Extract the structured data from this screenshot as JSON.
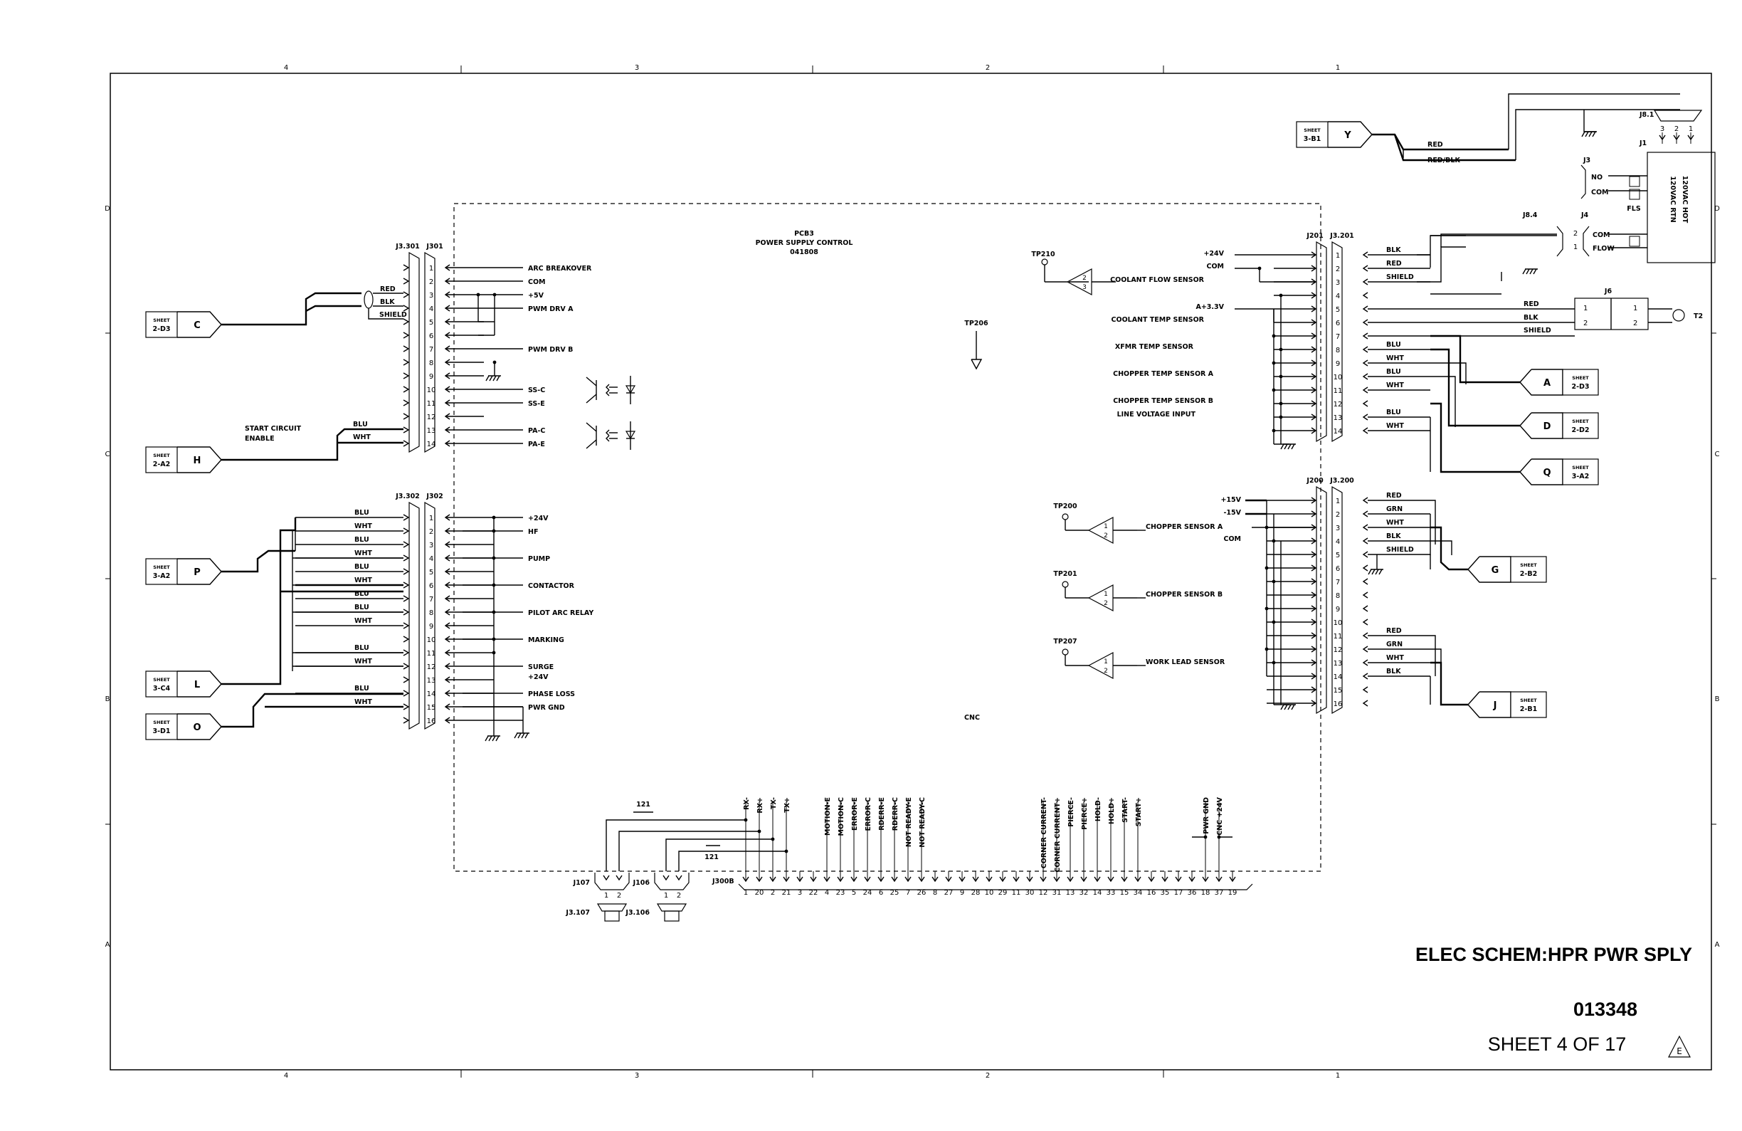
{
  "title_block": {
    "title": "ELEC SCHEM:HPR PWR SPLY",
    "number": "013348",
    "sheet": "SHEET 4 OF 17",
    "revision": "E"
  },
  "border": {
    "columns_top": [
      "4",
      "3",
      "2",
      "1"
    ],
    "rows": [
      "D",
      "C",
      "B",
      "A"
    ]
  },
  "pcb": {
    "name": "PCB3",
    "desc": "POWER SUPPLY CONTROL",
    "part": "041808",
    "cnc_label": "CNC"
  },
  "test_points": {
    "tp210": "TP210",
    "tp206": "TP206",
    "tp200": "TP200",
    "tp201": "TP201",
    "tp207": "TP207"
  },
  "buffer_pins": {
    "in": "2",
    "out": "3",
    "in2": "1",
    "out2": "2"
  },
  "connectors": {
    "j3301": "J3.301",
    "j301": "J301",
    "j3302": "J3.302",
    "j302": "J302",
    "j201": "J201",
    "j3201": "J3.201",
    "j200": "J200",
    "j3200": "J3.200",
    "j81": "J8.1",
    "j1": "J1",
    "j3": "J3",
    "j84": "J8.4",
    "j4": "J4",
    "j6": "J6",
    "t2": "T2",
    "j107": "J107",
    "j106": "J106",
    "j300b": "J300B",
    "j3107": "J3.107",
    "j3106": "J3.106"
  },
  "sheet_refs": [
    {
      "letter": "C",
      "sheet": "SHEET",
      "ref": "2-D3"
    },
    {
      "letter": "H",
      "sheet": "SHEET",
      "ref": "2-A2"
    },
    {
      "letter": "P",
      "sheet": "SHEET",
      "ref": "3-A2"
    },
    {
      "letter": "L",
      "sheet": "SHEET",
      "ref": "3-C4"
    },
    {
      "letter": "O",
      "sheet": "SHEET",
      "ref": "3-D1"
    },
    {
      "letter": "Y",
      "sheet": "SHEET",
      "ref": "3-B1"
    },
    {
      "letter": "A",
      "sheet": "SHEET",
      "ref": "2-D3"
    },
    {
      "letter": "D",
      "sheet": "SHEET",
      "ref": "2-D2"
    },
    {
      "letter": "Q",
      "sheet": "SHEET",
      "ref": "3-A2"
    },
    {
      "letter": "G",
      "sheet": "SHEET",
      "ref": "2-B2"
    },
    {
      "letter": "J",
      "sheet": "SHEET",
      "ref": "2-B1"
    }
  ],
  "j301_signals": {
    "p1": "ARC BREAKOVER",
    "p2": "COM",
    "p3": "+5V",
    "p4": "PWM DRV A",
    "p7": "PWM DRV B",
    "p10": "SS-C",
    "p11": "SS-E",
    "p13": "PA-C",
    "p14": "PA-E"
  },
  "j301_wires": {
    "red": "RED",
    "blk": "BLK",
    "shield": "SHIELD",
    "blu": "BLU",
    "wht": "WHT",
    "start": "START CIRCUIT",
    "enable": "ENABLE"
  },
  "j302_signals": {
    "p1": "+24V",
    "p2": "HF",
    "p4": "PUMP",
    "p6": "CONTACTOR",
    "p8": "PILOT ARC RELAY",
    "p10": "MARKING",
    "p12a": "SURGE",
    "p12b": "+24V",
    "p14": "PHASE LOSS",
    "p15": "PWR GND"
  },
  "j302_wires": [
    "BLU",
    "WHT",
    "BLU",
    "WHT",
    "BLU",
    "WHT",
    "BLU",
    "BLU",
    "WHT",
    "",
    "BLU",
    "WHT",
    "",
    "BLU",
    "WHT",
    ""
  ],
  "j201_signals": {
    "p24v": "+24V",
    "com": "COM",
    "coolant_flow": "COOLANT FLOW SENSOR",
    "a33v": "A+3.3V",
    "coolant_temp": "COOLANT TEMP SENSOR",
    "xfmr": "XFMR TEMP SENSOR",
    "chopper_a": "CHOPPER TEMP SENSOR A",
    "chopper_b": "CHOPPER TEMP SENSOR B",
    "line_voltage": "LINE VOLTAGE INPUT"
  },
  "j201_wires": [
    "BLK",
    "RED",
    "SHIELD",
    "",
    "",
    "",
    "",
    "BLU",
    "WHT",
    "BLU",
    "WHT",
    "",
    "BLU",
    "WHT"
  ],
  "j6_wires": {
    "red": "RED",
    "blk": "BLK",
    "shield": "SHIELD"
  },
  "top_wires": {
    "red": "RED",
    "redblk": "RED/BLK",
    "hot": "120VAC HOT",
    "rtn": "120VAC RTN",
    "fls": "FLS",
    "no": "NO",
    "com": "COM",
    "com2": "COM",
    "flow": "FLOW"
  },
  "j200_signals": {
    "p15v": "+15V",
    "m15v": "-15V",
    "com": "COM",
    "chopper_a": "CHOPPER SENSOR A",
    "chopper_b": "CHOPPER SENSOR B",
    "work_lead": "WORK LEAD SENSOR"
  },
  "j200_wires": [
    "RED",
    "GRN",
    "WHT",
    "BLK",
    "SHIELD",
    "",
    "",
    "",
    "",
    "",
    "RED",
    "GRN",
    "WHT",
    "BLK",
    "",
    ""
  ],
  "bottom": {
    "res1": "121",
    "res2": "121",
    "signals": [
      "RX-",
      "RX+",
      "TX-",
      "TX+",
      "MOTION-E",
      "MOTION-C",
      "ERROR-E",
      "ERROR-C",
      "RDERR-E",
      "RDERR-C",
      "NOT READY-E",
      "NOT READY-C",
      "CORNER CURRENT-",
      "CORNER CURRENT+",
      "PIERCE-",
      "PIERCE+",
      "HOLD-",
      "HOLD+",
      "START-",
      "START+",
      "PWR GND",
      "CNC +24V"
    ],
    "pins": [
      "1",
      "20",
      "2",
      "21",
      "3",
      "22",
      "4",
      "23",
      "5",
      "24",
      "6",
      "25",
      "7",
      "26",
      "8",
      "27",
      "9",
      "28",
      "10",
      "29",
      "11",
      "30",
      "12",
      "31",
      "13",
      "32",
      "14",
      "33",
      "15",
      "34",
      "16",
      "35",
      "17",
      "36",
      "18",
      "37",
      "19"
    ]
  }
}
